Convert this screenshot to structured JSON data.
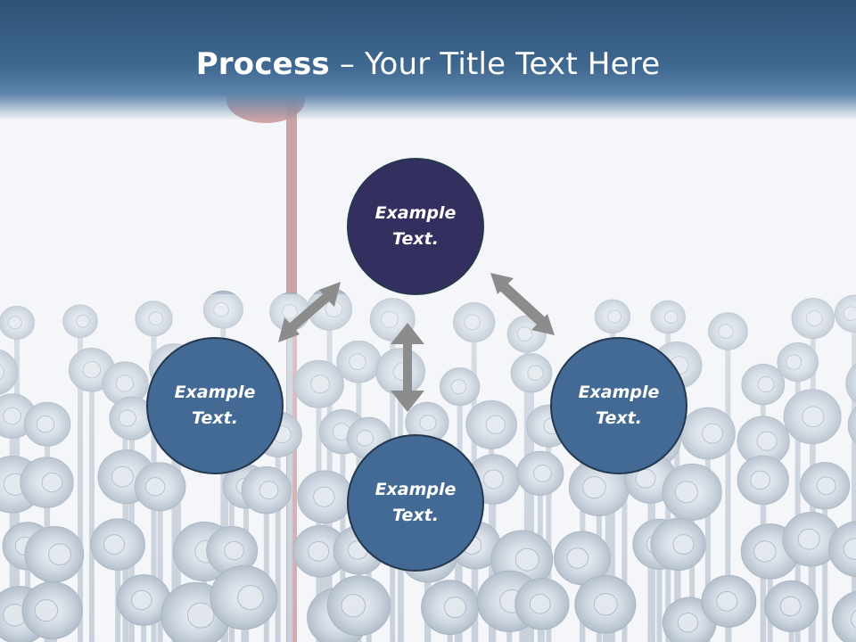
{
  "title": {
    "bold": "Process",
    "rest": " – Your Title Text Here"
  },
  "nodes": {
    "top": {
      "line1": "Example",
      "line2": "Text."
    },
    "left": {
      "line1": "Example",
      "line2": "Text."
    },
    "right": {
      "line1": "Example",
      "line2": "Text."
    },
    "bottom": {
      "line1": "Example",
      "line2": "Text."
    }
  },
  "colors": {
    "header": "#3a6189",
    "node_top": "#332f5f",
    "node": "#436a94",
    "arrow": "#8c8c8c"
  }
}
